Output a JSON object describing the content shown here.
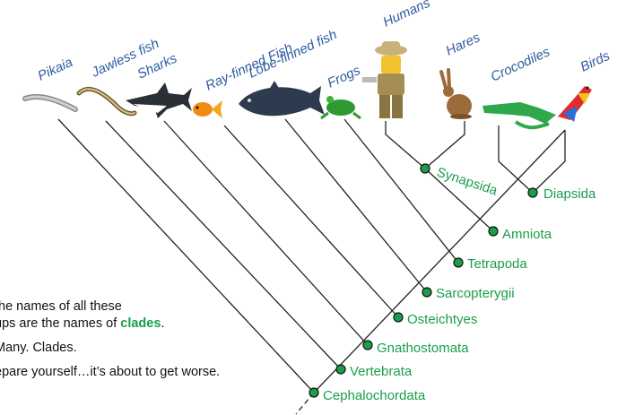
{
  "taxa": [
    {
      "label": "Pikaia",
      "icon": "pikaia-worm-icon"
    },
    {
      "label": "Jawless fish",
      "icon": "lamprey-icon"
    },
    {
      "label": "Sharks",
      "icon": "shark-icon"
    },
    {
      "label": "Ray-finned Fish",
      "icon": "goldfish-icon"
    },
    {
      "label": "Lobe-finned fish",
      "icon": "coelacanth-icon"
    },
    {
      "label": "Frogs",
      "icon": "frog-icon"
    },
    {
      "label": "Humans",
      "icon": "human-figure-icon"
    },
    {
      "label": "Hares",
      "icon": "hare-icon"
    },
    {
      "label": "Crocodiles",
      "icon": "crocodile-icon"
    },
    {
      "label": "Birds",
      "icon": "parrot-icon"
    }
  ],
  "clades": [
    "Cephalochordata",
    "Vertebrata",
    "Gnathostomata",
    "Osteichtyes",
    "Sarcopterygii",
    "Tetrapoda",
    "Amniota",
    "Synapsida",
    "Diapsida"
  ],
  "notes": {
    "line1a": "the names of all these",
    "line1b": "ups are the names of ",
    "highlight": "clades",
    "line1c": ".",
    "line2": "Many. Clades.",
    "line3": "epare yourself…it’s about to get worse."
  },
  "colors": {
    "clade": "#1a9e4b",
    "taxon": "#2e5c9e",
    "line": "#222222"
  }
}
